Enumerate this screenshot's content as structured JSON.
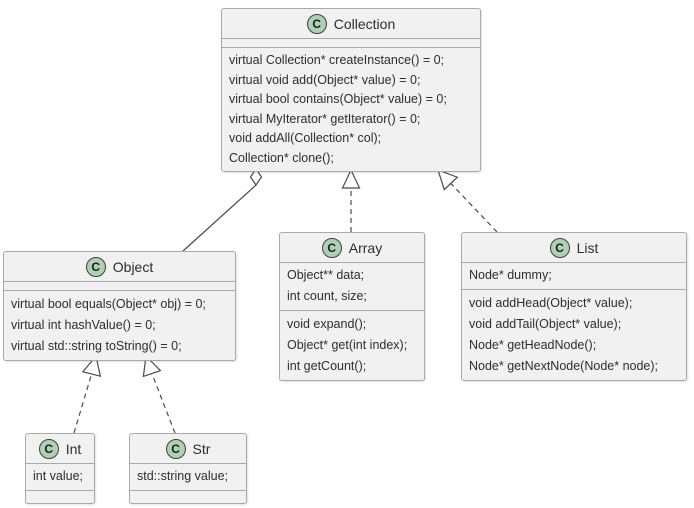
{
  "diagram": {
    "type": "uml-class-diagram",
    "colors": {
      "class_fill": "#f1f1f1",
      "class_border": "#a9a9a9",
      "stereotype_circle_fill": "#add1b2",
      "stereotype_circle_border": "#3f3f3f",
      "text": "#2d2d2d",
      "connector": "#4a4a4a"
    },
    "classes": [
      {
        "id": "collection",
        "stereotype": "C",
        "name": "Collection",
        "fields": [],
        "methods": [
          "virtual Collection* createInstance() = 0;",
          "virtual void add(Object* value) = 0;",
          "virtual bool contains(Object* value) = 0;",
          "virtual MyIterator* getIterator() = 0;",
          "void addAll(Collection* col);",
          "Collection* clone();"
        ]
      },
      {
        "id": "object",
        "stereotype": "C",
        "name": "Object",
        "fields": [],
        "methods": [
          "virtual bool equals(Object* obj) = 0;",
          "virtual int hashValue() = 0;",
          "virtual std::string toString() = 0;"
        ]
      },
      {
        "id": "array",
        "stereotype": "C",
        "name": "Array",
        "fields": [
          "Object** data;",
          "int count, size;"
        ],
        "methods": [
          "void expand();",
          "Object* get(int index);",
          "int getCount();"
        ]
      },
      {
        "id": "list",
        "stereotype": "C",
        "name": "List",
        "fields": [
          "Node* dummy;"
        ],
        "methods": [
          "void addHead(Object* value);",
          "void addTail(Object* value);",
          "Node* getHeadNode();",
          "Node* getNextNode(Node* node);"
        ]
      },
      {
        "id": "int",
        "stereotype": "C",
        "name": "Int",
        "fields": [
          "int value;"
        ],
        "methods": []
      },
      {
        "id": "str",
        "stereotype": "C",
        "name": "Str",
        "fields": [
          "std::string value;"
        ],
        "methods": []
      }
    ],
    "relations": [
      {
        "from": "Object",
        "to": "Collection",
        "type": "aggregation",
        "line": "solid"
      },
      {
        "from": "Array",
        "to": "Collection",
        "type": "realization",
        "line": "dashed"
      },
      {
        "from": "List",
        "to": "Collection",
        "type": "realization",
        "line": "dashed"
      },
      {
        "from": "Int",
        "to": "Object",
        "type": "realization",
        "line": "dashed"
      },
      {
        "from": "Str",
        "to": "Object",
        "type": "realization",
        "line": "dashed"
      }
    ]
  }
}
